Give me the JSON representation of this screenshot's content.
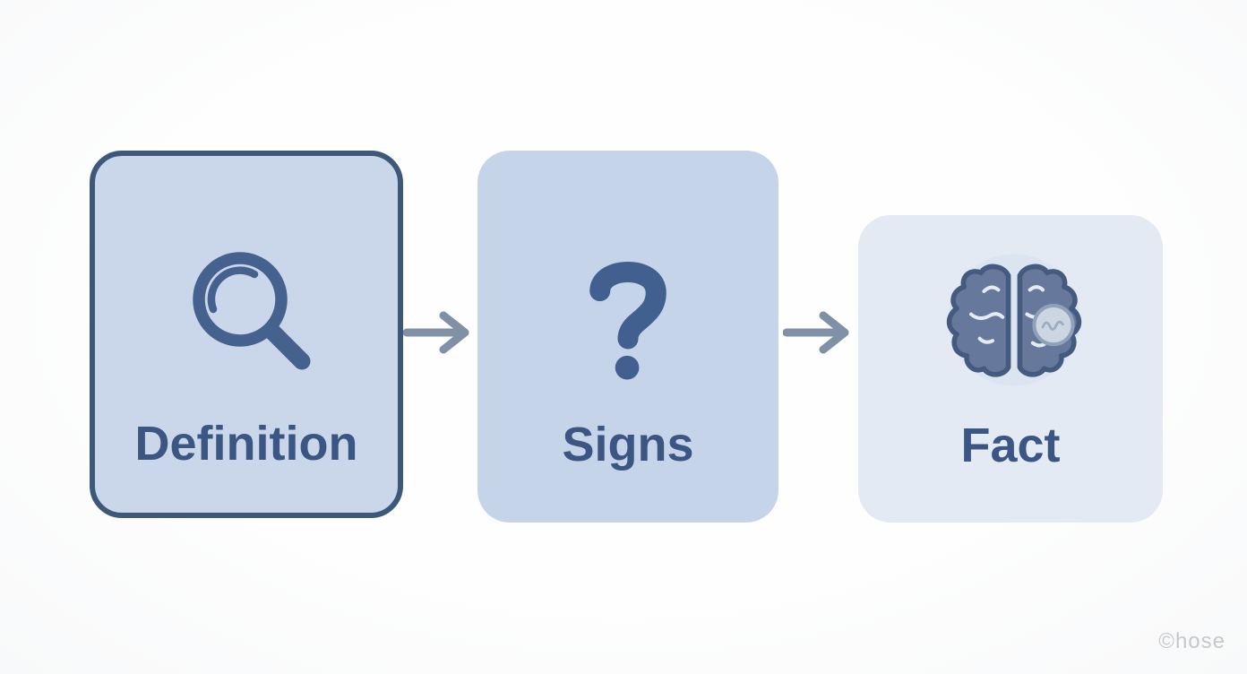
{
  "page": {
    "watermark": "©hose",
    "background_color": "#fdfdfd"
  },
  "flow": {
    "steps": [
      {
        "label": "Definition",
        "icon": "magnifier-icon",
        "card_color": "#cad7eb",
        "border_color": "#3d5879",
        "bordered": true
      },
      {
        "label": "Signs",
        "icon": "question-mark-icon",
        "card_color": "#c6d4ea",
        "bordered": false
      },
      {
        "label": "Fact",
        "icon": "brain-icon",
        "card_color": "#e3eaf4",
        "bordered": false
      }
    ],
    "connectors": [
      "arrow-right",
      "arrow-right"
    ],
    "label_color": "#3b5682",
    "icon_color": "#45628f",
    "arrow_color": "#8091a7"
  }
}
